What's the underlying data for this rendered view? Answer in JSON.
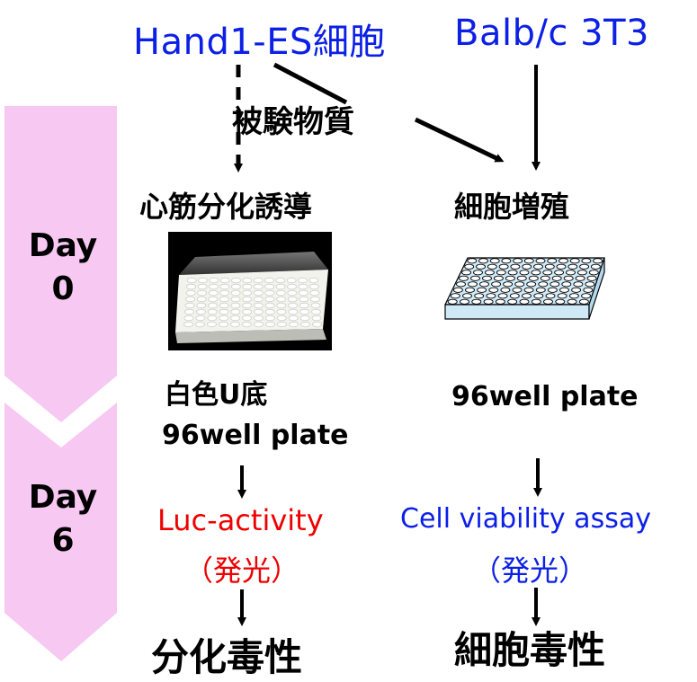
{
  "columns": {
    "left": {
      "title": "Hand1-ES細胞",
      "step": "心筋分化誘導",
      "plate_line1": "白色U底",
      "plate_line2": "96well plate",
      "assay": "Luc-activity",
      "assay_note": "（発光）",
      "result": "分化毒性"
    },
    "right": {
      "title": "Balb/c 3T3",
      "step": "細胞増殖",
      "plate": "96well plate",
      "assay": "Cell viability assay",
      "assay_note": "（発光）",
      "result": "細胞毒性"
    }
  },
  "test_substance": "被験物質",
  "timeline": {
    "day0_line1": "Day",
    "day0_line2": "0",
    "day6_line1": "Day",
    "day6_line2": "6"
  },
  "colors": {
    "title_blue": "#0b1fe6",
    "luc_red": "#ee0000",
    "timeline_pink": "#f6c8f2",
    "plate_top_blue": "#cfe9f7"
  }
}
